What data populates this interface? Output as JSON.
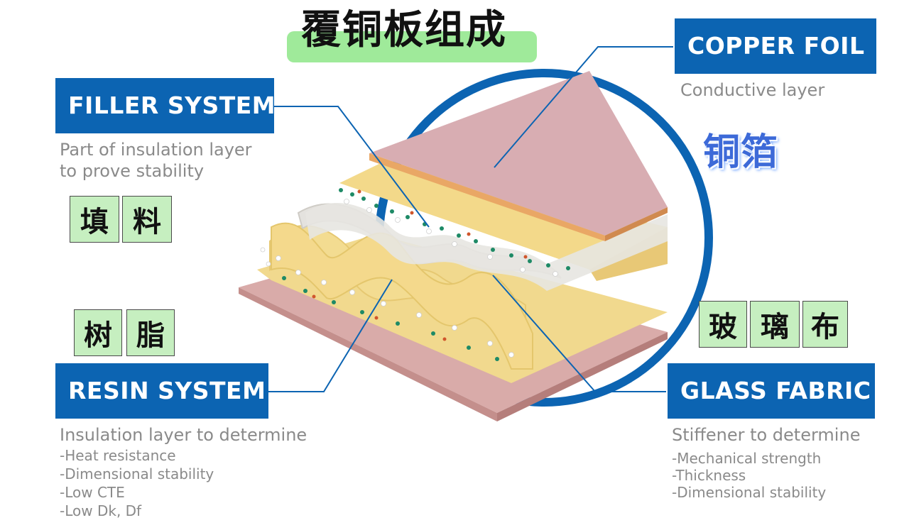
{
  "title_cn": "覆铜板组成",
  "labels": {
    "copper_foil": {
      "title": "COPPER FOIL",
      "desc": "Conductive layer",
      "cn": "铜箔"
    },
    "filler_system": {
      "title": "FILLER SYSTEM",
      "desc_lines": [
        "Part of insulation layer",
        "to prove stability"
      ],
      "cn_chars": [
        "填",
        "料"
      ]
    },
    "resin_system": {
      "title": "RESIN SYSTEM",
      "desc": "Insulation layer to determine",
      "items": [
        "-Heat resistance",
        "-Dimensional stability",
        "-Low CTE",
        "-Low Dk, Df"
      ],
      "cn_chars": [
        "树",
        "脂"
      ]
    },
    "glass_fabric": {
      "title": "GLASS FABRIC",
      "desc": "Stiffener to determine",
      "items": [
        "-Mechanical strength",
        "-Thickness",
        "-Dimensional stability"
      ],
      "cn_chars": [
        "玻",
        "璃",
        "布"
      ]
    }
  },
  "colors": {
    "brand_blue": "#0c64b2",
    "copper": "#d6a9aa",
    "resin": "#f4d98c",
    "glass": "#e5e3df",
    "highlight_green": "#c6efc0"
  }
}
